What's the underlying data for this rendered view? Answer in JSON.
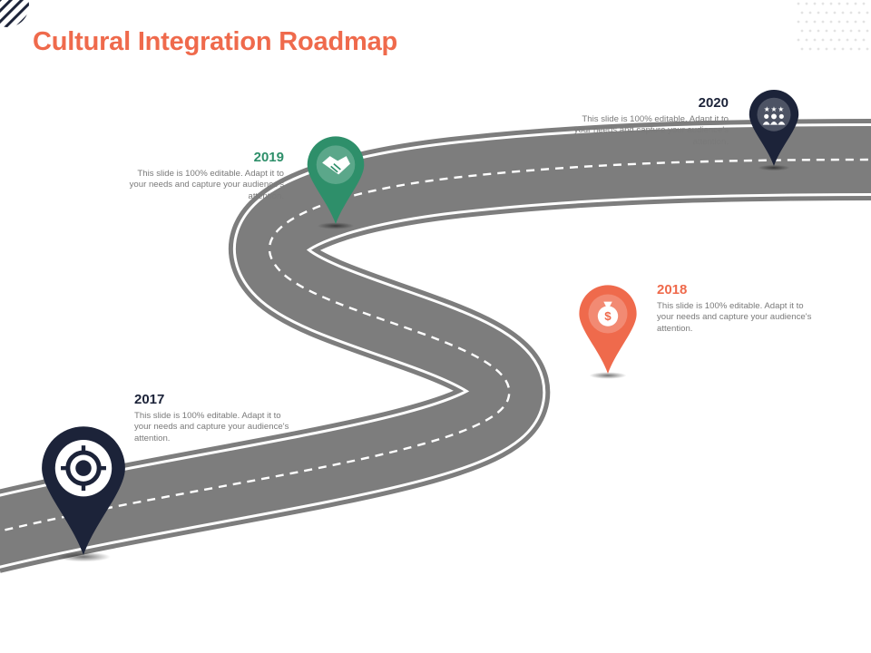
{
  "header": {
    "title": "Cultural Integration Roadmap"
  },
  "colors": {
    "accent": "#ef6a4c",
    "navy": "#1c2339",
    "green": "#2e8f6a",
    "road": "#7d7d7d",
    "road_edge": "#ffffff"
  },
  "milestones": [
    {
      "year": "2017",
      "description": "This slide is 100% editable. Adapt it to your needs and capture your audience's attention.",
      "color": "#1c2339",
      "icon": "target-icon"
    },
    {
      "year": "2018",
      "description": "This slide is 100% editable. Adapt it to your needs and capture your audience's attention.",
      "color": "#ef6a4c",
      "icon": "money-bag-icon"
    },
    {
      "year": "2019",
      "description": "This slide is 100% editable. Adapt it to your needs and capture your audience's attention.",
      "color": "#2e8f6a",
      "icon": "handshake-icon"
    },
    {
      "year": "2020",
      "description": "This slide is 100% editable. Adapt it to your needs and capture your audience's attention.",
      "color": "#1c2339",
      "icon": "team-stars-icon"
    }
  ]
}
